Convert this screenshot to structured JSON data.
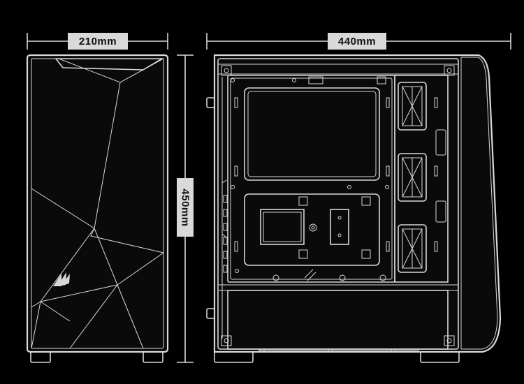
{
  "dimensions": {
    "front_width": "210mm",
    "side_depth": "440mm",
    "height": "450mm"
  },
  "colors": {
    "background": "#000000",
    "line": "#d8d8d8",
    "label_bg": "#d9d9d9",
    "label_text": "#111111"
  },
  "icons": {
    "brand_logo": "sails-logo-icon"
  }
}
